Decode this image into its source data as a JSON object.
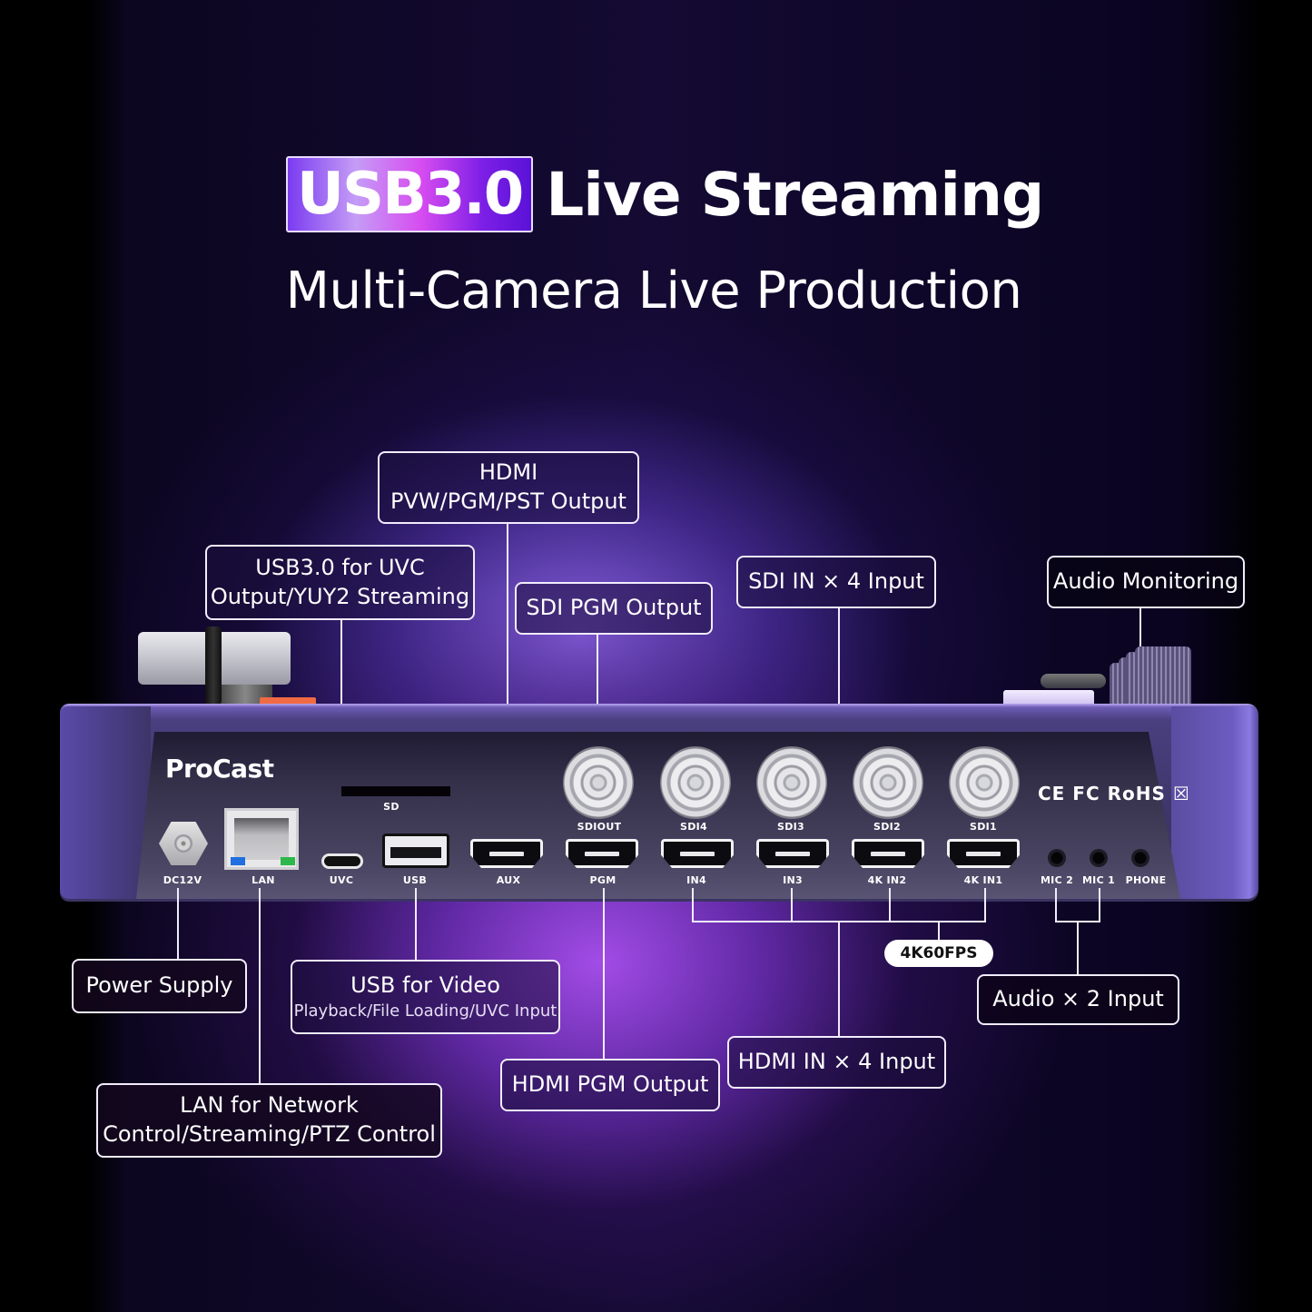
{
  "headline": {
    "badge": "USB3.0",
    "title": "Live Streaming",
    "subtitle": "Multi-Camera Live Production",
    "badge_gradient": [
      "#7a3cf0",
      "#c59cf6",
      "#d64cf0",
      "#5a12d8"
    ]
  },
  "device": {
    "brand": "ProCast",
    "certifications": "CE FC RoHS ☒",
    "slot_label": "SD",
    "ports": {
      "dc": "DC12V",
      "lan": "LAN",
      "uvc": "UVC",
      "usb": "USB",
      "aux": "AUX",
      "pgm": "PGM",
      "in4": "IN4",
      "in3": "IN3",
      "in2": "4K  IN2",
      "in1": "4K  IN1",
      "sdiout": "SDIOUT",
      "sdi4": "SDI4",
      "sdi3": "SDI3",
      "sdi2": "SDI2",
      "sdi1": "SDI1",
      "mic2": "MIC 2",
      "mic1": "MIC 1",
      "phone": "PHONE"
    },
    "chassis_color": "#3d3568"
  },
  "callouts": {
    "hdmi_multi": {
      "line1": "HDMI",
      "line2": "PVW/PGM/PST Output"
    },
    "usb3_uvc": {
      "line1": "USB3.0 for UVC",
      "line2": "Output/YUY2 Streaming"
    },
    "sdi_pgm": {
      "line1": "SDI PGM Output"
    },
    "sdi_in": {
      "line1": "SDI IN × 4 Input"
    },
    "audio_mon": {
      "line1": "Audio Monitoring"
    },
    "power": {
      "line1": "Power Supply"
    },
    "usb_video": {
      "line1": "USB for Video",
      "line2": "Playback/File Loading/UVC Input"
    },
    "lan": {
      "line1": "LAN for Network",
      "line2": "Control/Streaming/PTZ Control"
    },
    "hdmi_pgm": {
      "line1": "HDMI PGM Output"
    },
    "hdmi_in": {
      "line1": "HDMI IN × 4 Input"
    },
    "audio_in": {
      "line1": "Audio × 2 Input"
    },
    "fps_badge": "4K60FPS"
  }
}
